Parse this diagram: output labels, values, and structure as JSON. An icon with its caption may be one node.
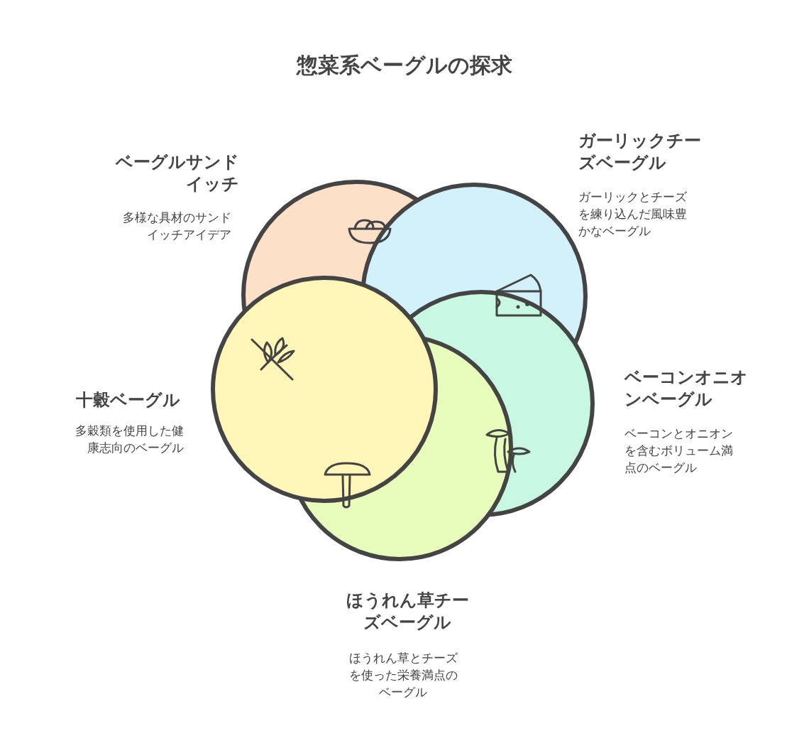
{
  "diagram": {
    "title": "惣菜系ベーグルの探求",
    "nodes": [
      {
        "text": [],
        "shape": "circle",
        "beside": [
          "ベーグルサンドイッチ",
          "多様な具材のサンドイッチアイデア"
        ]
      },
      {
        "text": [],
        "shape": "circle",
        "beside": [
          "ガーリックチーズベーグル",
          "ガーリックとチーズを練り込んだ風味豊かなベーグル"
        ]
      },
      {
        "text": [],
        "shape": "circle",
        "beside": [
          "十穀ベーグル",
          "多穀類を使用した健康志向のベーグル"
        ]
      },
      {
        "text": [],
        "shape": "circle",
        "beside": [
          "ベーコンオニオンベーグル",
          "ベーコンとオニオンを含むボリューム満点のベーグル"
        ]
      },
      {
        "text": [],
        "shape": "circle",
        "beside": [
          "ほうれん草チーズベーグル",
          "ほうれん草とチーズを使った栄養満点のベーグル"
        ]
      }
    ]
  }
}
